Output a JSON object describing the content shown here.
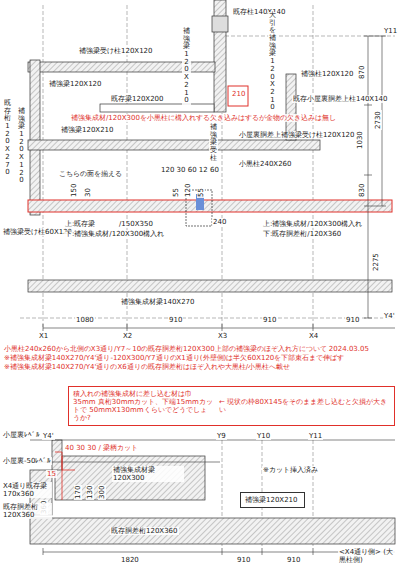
{
  "diagram": {
    "nodes": [
      {
        "text": [
          "積入れの補強集成材に差し込む材は巾35mm 真桁30mmカット、下端15mmカットで 50mmX130mmくらいでどうでしょうか?",
          "← 現状の枠80X145をそのまま差し込むと欠損が大きい"
        ]
      },
      {
        "text": [
          "補強梁120X210"
        ]
      }
    ],
    "labels": [
      "既存柱140X140",
      "Y11",
      "大引を補強梁120X210",
      "補強梁受け柱120X120",
      "補強梁120X120",
      "既存梁120X200",
      "補強梁120X210",
      "210",
      "補強柱120X120",
      "既存小屋裏胴差上柱140X140",
      "既存桁120X270",
      "補強梁120X120",
      "補強集成材/120X300を小黒柱に構入れする欠き込みはするが金物の欠き込みは無し",
      "補強梁120X210",
      "小屋裏胴差上補強梁受け柱120X120",
      "補強梁受柱",
      "120 30 60 12 60",
      "小黒柱240X260",
      "こちらの面を揃える",
      "150",
      "30",
      "55",
      "120",
      "55",
      "240",
      "補強梁受け柱60X120",
      "上:既存梁",
      "/150X350",
      "下:補強集成材/120X300構入れ",
      "上:補強集成材/120X300構入れ",
      "下:既存胴差桁/120X360",
      "補強集成材梁140X270",
      "870",
      "1030",
      "830",
      "2730",
      "2275",
      "Y4'",
      "X1",
      "X2",
      "X3",
      "X4",
      "1080",
      "910",
      "910",
      "910",
      "小黒柱240x260から北側のX3通り/Y7～10の既存胴差桁120X300上部の補強梁のほぞ入れ方について 2024.03.05",
      "※補強集成材梁140X270/Y4'通り-120X300/Y7通りのX1通り(外壁側)は半欠60X120を下部束石まで伸ばす",
      "※補強集成材梁140X270/Y4'通りのX6通りの既存胴差桁はほぞ入れや大黒柱/小黒柱へ載せ",
      "小屋裏ﾚﾍﾞﾙ",
      "小屋裏-50ﾚﾍﾞﾙ",
      "Y4'",
      "Y9",
      "Y10",
      "Y11",
      "40 30 30 / 梁柄カット",
      "補強集成材梁 120X300",
      "※カット挿入済み",
      "X4通り既存梁 170x360",
      "170",
      "130",
      "300",
      "360",
      "15",
      "既存胴差桁 120X360",
      "既存胴差桁120X360",
      "1820",
      "910",
      "910",
      "<X4通り側> (大黒柱側)"
    ]
  }
}
